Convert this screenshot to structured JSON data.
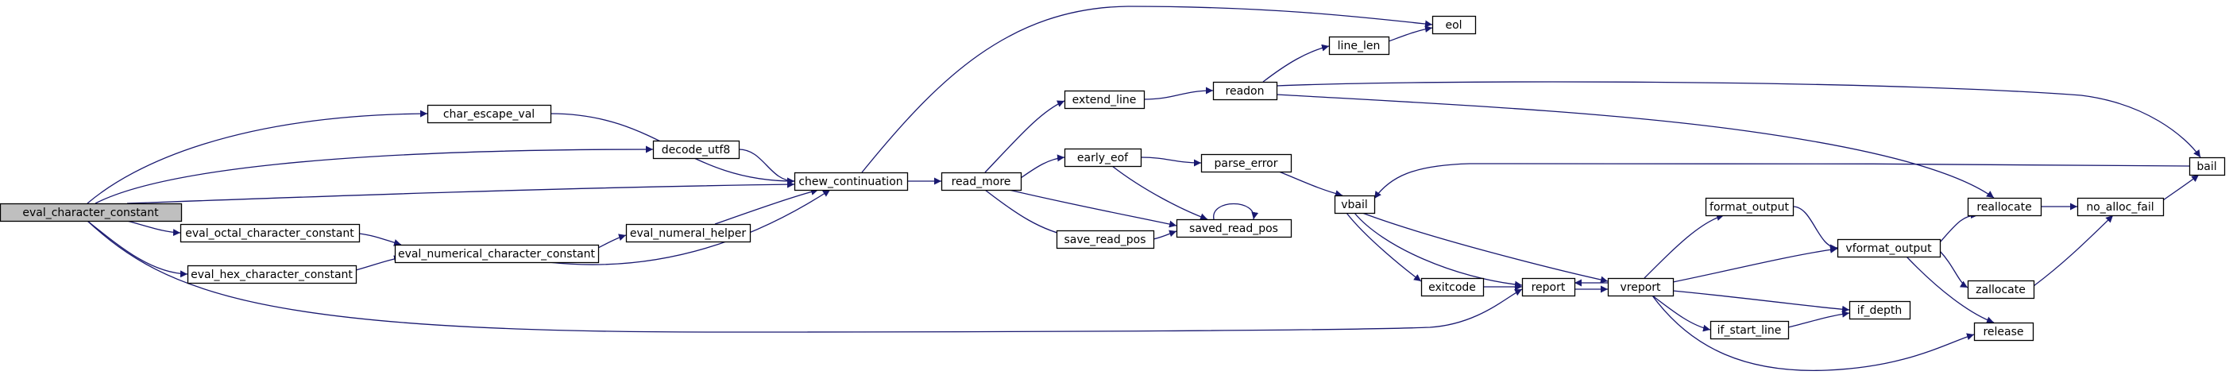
{
  "colors": {
    "edge": "#191970",
    "node_fill": "#ffffff",
    "highlight_fill": "#bfbfbf",
    "node_stroke": "#000000"
  },
  "nodes": [
    {
      "id": "eval_character_constant",
      "label": "eval_character_constant",
      "highlight": true
    },
    {
      "id": "char_escape_val",
      "label": "char_escape_val"
    },
    {
      "id": "decode_utf8",
      "label": "decode_utf8"
    },
    {
      "id": "chew_continuation",
      "label": "chew_continuation"
    },
    {
      "id": "eval_octal_character_constant",
      "label": "eval_octal_character_constant"
    },
    {
      "id": "eval_hex_character_constant",
      "label": "eval_hex_character_constant"
    },
    {
      "id": "eval_numerical_character_constant",
      "label": "eval_numerical_character_constant"
    },
    {
      "id": "eval_numeral_helper",
      "label": "eval_numeral_helper"
    },
    {
      "id": "read_more",
      "label": "read_more"
    },
    {
      "id": "extend_line",
      "label": "extend_line"
    },
    {
      "id": "early_eof",
      "label": "early_eof"
    },
    {
      "id": "save_read_pos",
      "label": "save_read_pos"
    },
    {
      "id": "saved_read_pos",
      "label": "saved_read_pos"
    },
    {
      "id": "readon",
      "label": "readon"
    },
    {
      "id": "parse_error",
      "label": "parse_error"
    },
    {
      "id": "line_len",
      "label": "line_len"
    },
    {
      "id": "eol",
      "label": "eol"
    },
    {
      "id": "vbail",
      "label": "vbail"
    },
    {
      "id": "exitcode",
      "label": "exitcode"
    },
    {
      "id": "report",
      "label": "report"
    },
    {
      "id": "vreport",
      "label": "vreport"
    },
    {
      "id": "format_output",
      "label": "format_output"
    },
    {
      "id": "vformat_output",
      "label": "vformat_output"
    },
    {
      "id": "if_start_line",
      "label": "if_start_line"
    },
    {
      "id": "if_depth",
      "label": "if_depth"
    },
    {
      "id": "reallocate",
      "label": "reallocate"
    },
    {
      "id": "zallocate",
      "label": "zallocate"
    },
    {
      "id": "release",
      "label": "release"
    },
    {
      "id": "no_alloc_fail",
      "label": "no_alloc_fail"
    },
    {
      "id": "bail",
      "label": "bail"
    }
  ],
  "edges": [
    {
      "from": "eval_character_constant",
      "to": "char_escape_val"
    },
    {
      "from": "eval_character_constant",
      "to": "decode_utf8"
    },
    {
      "from": "eval_character_constant",
      "to": "chew_continuation"
    },
    {
      "from": "eval_character_constant",
      "to": "eval_octal_character_constant"
    },
    {
      "from": "eval_character_constant",
      "to": "eval_hex_character_constant"
    },
    {
      "from": "eval_character_constant",
      "to": "report"
    },
    {
      "from": "char_escape_val",
      "to": "chew_continuation"
    },
    {
      "from": "decode_utf8",
      "to": "chew_continuation"
    },
    {
      "from": "chew_continuation",
      "to": "eol"
    },
    {
      "from": "chew_continuation",
      "to": "read_more"
    },
    {
      "from": "eval_octal_character_constant",
      "to": "eval_numerical_character_constant"
    },
    {
      "from": "eval_hex_character_constant",
      "to": "eval_numerical_character_constant"
    },
    {
      "from": "eval_numerical_character_constant",
      "to": "eval_numeral_helper"
    },
    {
      "from": "eval_numerical_character_constant",
      "to": "chew_continuation"
    },
    {
      "from": "eval_numeral_helper",
      "to": "chew_continuation"
    },
    {
      "from": "read_more",
      "to": "extend_line"
    },
    {
      "from": "read_more",
      "to": "early_eof"
    },
    {
      "from": "read_more",
      "to": "save_read_pos"
    },
    {
      "from": "read_more",
      "to": "saved_read_pos"
    },
    {
      "from": "extend_line",
      "to": "readon"
    },
    {
      "from": "early_eof",
      "to": "parse_error"
    },
    {
      "from": "early_eof",
      "to": "saved_read_pos"
    },
    {
      "from": "save_read_pos",
      "to": "saved_read_pos"
    },
    {
      "from": "saved_read_pos",
      "to": "saved_read_pos"
    },
    {
      "from": "readon",
      "to": "line_len"
    },
    {
      "from": "readon",
      "to": "bail"
    },
    {
      "from": "readon",
      "to": "reallocate"
    },
    {
      "from": "line_len",
      "to": "eol"
    },
    {
      "from": "parse_error",
      "to": "vbail"
    },
    {
      "from": "vbail",
      "to": "exitcode"
    },
    {
      "from": "vbail",
      "to": "report"
    },
    {
      "from": "vbail",
      "to": "vreport"
    },
    {
      "from": "exitcode",
      "to": "report"
    },
    {
      "from": "report",
      "to": "vreport"
    },
    {
      "from": "vreport",
      "to": "report"
    },
    {
      "from": "vreport",
      "to": "format_output"
    },
    {
      "from": "vreport",
      "to": "vformat_output"
    },
    {
      "from": "vreport",
      "to": "if_start_line"
    },
    {
      "from": "vreport",
      "to": "if_depth"
    },
    {
      "from": "vreport",
      "to": "release"
    },
    {
      "from": "format_output",
      "to": "vformat_output"
    },
    {
      "from": "if_start_line",
      "to": "if_depth"
    },
    {
      "from": "vformat_output",
      "to": "reallocate"
    },
    {
      "from": "vformat_output",
      "to": "zallocate"
    },
    {
      "from": "vformat_output",
      "to": "release"
    },
    {
      "from": "reallocate",
      "to": "no_alloc_fail"
    },
    {
      "from": "zallocate",
      "to": "no_alloc_fail"
    },
    {
      "from": "no_alloc_fail",
      "to": "bail"
    },
    {
      "from": "bail",
      "to": "vbail"
    }
  ]
}
